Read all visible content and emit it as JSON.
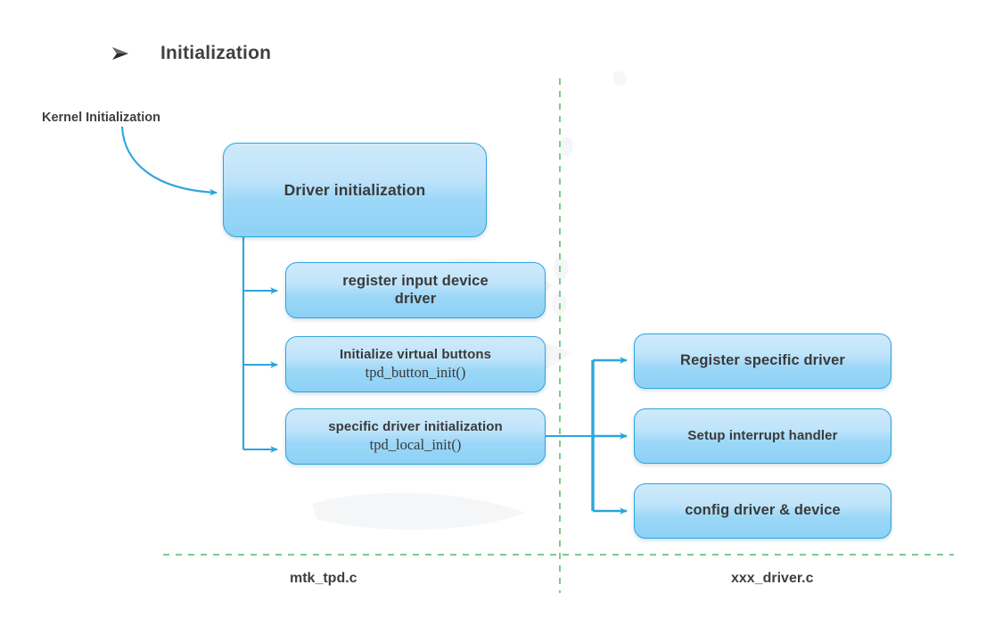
{
  "heading": {
    "bullet_icon": "arrow-bullet-icon",
    "text": "Initialization"
  },
  "kernel_entry": {
    "label": "Kernel Initialization"
  },
  "nodes": {
    "driver_init": {
      "line1": "Driver initialization",
      "line2": ""
    },
    "register_input": {
      "line1": "register input device",
      "line2": "driver"
    },
    "init_vbuttons": {
      "line1": "Initialize virtual buttons",
      "line2": "tpd_button_init()"
    },
    "specific_init": {
      "line1": "specific driver initialization",
      "line2": "tpd_local_init()"
    },
    "register_driver": {
      "line1": "Register specific driver",
      "line2": ""
    },
    "setup_irq": {
      "line1": "Setup interrupt handler",
      "line2": ""
    },
    "config_dd": {
      "line1": "config driver & device",
      "line2": ""
    }
  },
  "regions": {
    "left_file": "mtk_tpd.c",
    "right_file": "xxx_driver.c"
  },
  "colors": {
    "box_border": "#2ca5dd",
    "box_fill_top": "#cfeafb",
    "box_fill_bottom": "#8dd1f5",
    "connector": "#2ca5dd",
    "divider_dashed": "#7fc98d",
    "text": "#3a3a3a",
    "heading_text": "#404040",
    "background": "#ffffff"
  }
}
